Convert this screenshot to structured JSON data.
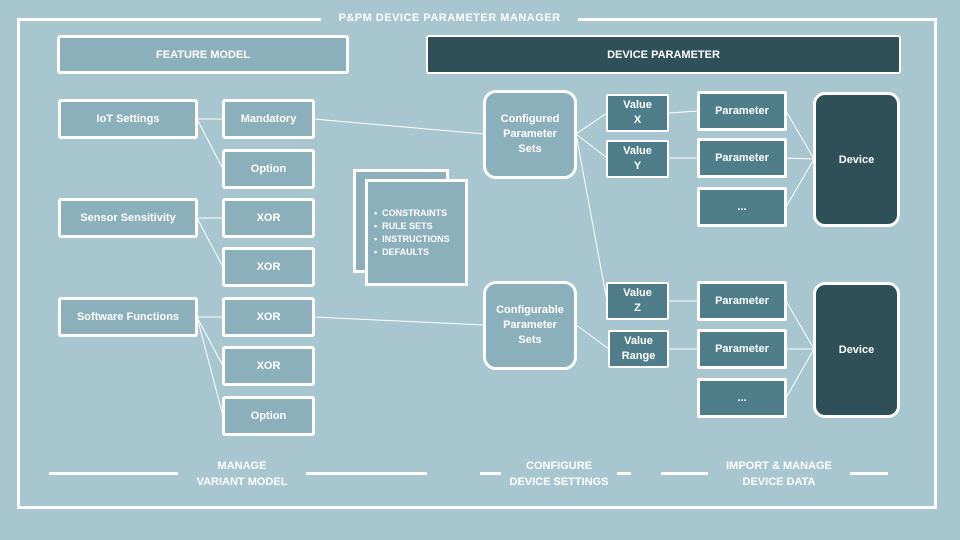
{
  "title": "P&PM DEVICE PARAMETER MANAGER",
  "headers": {
    "feature_model": "FEATURE  MODEL",
    "device_parameter": "DEVICE PARAMETER"
  },
  "features": [
    "IoT  Settings",
    "Sensor Sensitivity",
    "Software Functions"
  ],
  "variants": [
    "Mandatory",
    "Option",
    "XOR",
    "XOR",
    "XOR",
    "XOR",
    "Option"
  ],
  "rules_doc": {
    "items": [
      "CONSTRAINTS",
      "RULE SETS",
      "INSTRUCTIONS",
      "DEFAULTS"
    ]
  },
  "parameter_sets": {
    "configured": [
      "Configured",
      "Parameter",
      "Sets"
    ],
    "configurable": [
      "Configurable",
      "Parameter",
      "Sets"
    ]
  },
  "values": [
    [
      "Value",
      "X"
    ],
    [
      "Value",
      "Y"
    ],
    [
      "Value",
      "Z"
    ],
    [
      "Value",
      "Range"
    ]
  ],
  "parameters": [
    "Parameter",
    "Parameter",
    "...",
    "Parameter",
    "Parameter",
    "..."
  ],
  "devices": [
    "Device",
    "Device"
  ],
  "footer": {
    "manage": [
      "MANAGE",
      "VARIANT MODEL"
    ],
    "configure": [
      "CONFIGURE",
      "DEVICE SETTINGS"
    ],
    "import": [
      "IMPORT  & MANAGE",
      "DEVICE DATA"
    ]
  }
}
